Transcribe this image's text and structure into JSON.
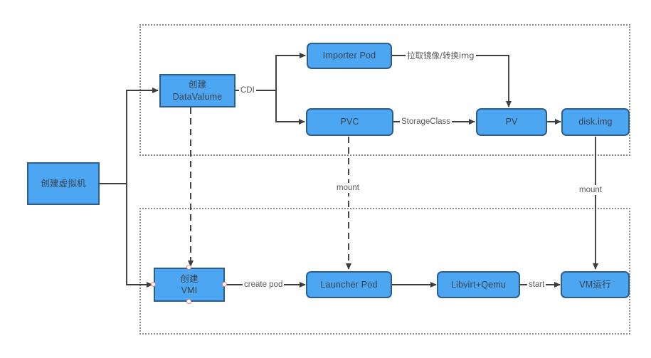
{
  "diagram": {
    "title": "KubeVirt VM creation flow",
    "colors": {
      "node_fill": "#4da6f2",
      "node_border": "#2e5d8a",
      "node_text": "#36424e",
      "edge": "#3d3d3d",
      "group_border": "#8c8c8c",
      "handle": "#f08080",
      "background": "#ffffff"
    },
    "groups": [
      {
        "id": "group-storage",
        "label": ""
      },
      {
        "id": "group-compute",
        "label": ""
      }
    ],
    "nodes": [
      {
        "id": "create-vm",
        "label": "创建虚拟机",
        "line1": "创建虚拟机",
        "line2": "",
        "shape": "square",
        "selected": false
      },
      {
        "id": "create-datavolume",
        "label": "创建 DataValume",
        "line1": "创建",
        "line2": "DataValume",
        "shape": "square",
        "selected": false
      },
      {
        "id": "importer-pod",
        "label": "Importer Pod",
        "line1": "Importer Pod",
        "line2": "",
        "shape": "rounded",
        "selected": false
      },
      {
        "id": "pvc",
        "label": "PVC",
        "line1": "PVC",
        "line2": "",
        "shape": "rounded",
        "selected": false
      },
      {
        "id": "pv",
        "label": "PV",
        "line1": "PV",
        "line2": "",
        "shape": "rounded",
        "selected": false
      },
      {
        "id": "disk-img",
        "label": "disk.img",
        "line1": "disk.img",
        "line2": "",
        "shape": "rounded",
        "selected": false
      },
      {
        "id": "create-vmi",
        "label": "创建 VMI",
        "line1": "创建",
        "line2": "VMI",
        "shape": "square",
        "selected": true
      },
      {
        "id": "launcher-pod",
        "label": "Launcher Pod",
        "line1": "Launcher Pod",
        "line2": "",
        "shape": "rounded",
        "selected": false
      },
      {
        "id": "libvirt-qemu",
        "label": "Libvirt+Qemu",
        "line1": "Libvirt+Qemu",
        "line2": "",
        "shape": "rounded",
        "selected": false
      },
      {
        "id": "vm-running",
        "label": "VM运行",
        "line1": "VM运行",
        "line2": "",
        "shape": "rounded",
        "selected": false
      }
    ],
    "edges": [
      {
        "id": "e-vm-dv",
        "from": "create-vm",
        "to": "create-datavolume",
        "label": "",
        "style": "solid",
        "arrow": true
      },
      {
        "id": "e-vm-vmi",
        "from": "create-vm",
        "to": "create-vmi",
        "label": "",
        "style": "solid",
        "arrow": true
      },
      {
        "id": "e-dv-importer",
        "from": "create-datavolume",
        "to": "importer-pod",
        "label": "CDI",
        "style": "solid",
        "arrow": true
      },
      {
        "id": "e-dv-pvc",
        "from": "create-datavolume",
        "to": "pvc",
        "label": "CDI",
        "style": "solid",
        "arrow": true
      },
      {
        "id": "e-importer-pv",
        "from": "importer-pod",
        "to": "pv",
        "label": "拉取镜像/转换img",
        "style": "solid",
        "arrow": true
      },
      {
        "id": "e-pvc-pv",
        "from": "pvc",
        "to": "pv",
        "label": "StorageClass",
        "style": "solid",
        "arrow": true
      },
      {
        "id": "e-pv-disk",
        "from": "pv",
        "to": "disk-img",
        "label": "",
        "style": "solid",
        "arrow": true
      },
      {
        "id": "e-dv-vmi",
        "from": "create-datavolume",
        "to": "create-vmi",
        "label": "",
        "style": "dashed",
        "arrow": true
      },
      {
        "id": "e-pvc-launcher",
        "from": "pvc",
        "to": "launcher-pod",
        "label": "mount",
        "style": "dashed",
        "arrow": true
      },
      {
        "id": "e-disk-vm",
        "from": "disk-img",
        "to": "vm-running",
        "label": "mount",
        "style": "solid",
        "arrow": true
      },
      {
        "id": "e-vmi-launcher",
        "from": "create-vmi",
        "to": "launcher-pod",
        "label": "create pod",
        "style": "solid",
        "arrow": true
      },
      {
        "id": "e-launcher-lq",
        "from": "launcher-pod",
        "to": "libvirt-qemu",
        "label": "",
        "style": "solid",
        "arrow": true
      },
      {
        "id": "e-lq-vm",
        "from": "libvirt-qemu",
        "to": "vm-running",
        "label": "start",
        "style": "solid",
        "arrow": true
      }
    ],
    "edge_labels": {
      "cdi": "CDI",
      "pull_image": "拉取镜像/转换img",
      "storage_class": "StorageClass",
      "mount_pvc": "mount",
      "mount_disk": "mount",
      "create_pod": "create pod",
      "start": "start"
    }
  }
}
